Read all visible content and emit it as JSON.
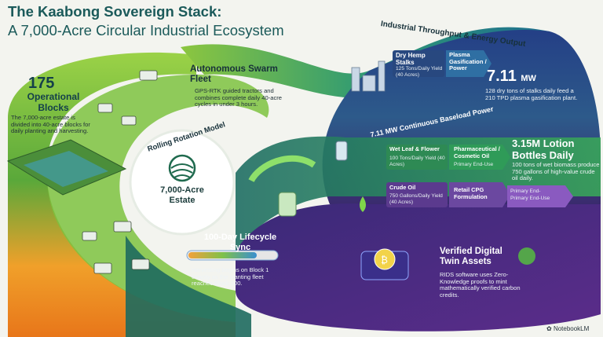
{
  "title": "The Kaabong Sovereign Stack:",
  "subtitle": "A 7,000-Acre Circular Industrial Ecosystem",
  "blocks": {
    "count": "175",
    "label": "Operational Blocks",
    "desc": "The 7,000-acre estate is divided into 40-acre blocks for daily planting and harvesting."
  },
  "swarm": {
    "title": "Autonomous Swarm Fleet",
    "desc": "GPS-RTK guided tractors and combines complete daily 40-acre cycles in under 3 hours."
  },
  "rotation": {
    "arc_label": "Rolling Rotation Model",
    "center": "7,000-Acre Estate"
  },
  "lifecycle": {
    "title": "100-Day Lifecycle Sync",
    "desc": "Harvesting begins on Block 1 exactly as the planting fleet reaches Block 100.",
    "progress": 0.78
  },
  "throughput": {
    "arc_label": "Industrial Throughput & Energy Output",
    "input1_title": "Dry Hemp Stalks",
    "input1_sub": "125 Tons/Daily Yield (40 Acres)",
    "output1_title": "Plasma Gasification / Power",
    "power_value": "7.11",
    "power_unit": "MW",
    "power_desc": "128 dry tons of stalks daily feed a 210 TPD plasma gasification plant.",
    "baseload_label": "7.11 MW Continuous Baseload Power"
  },
  "leaf": {
    "input_title": "Wet Leaf & Flower",
    "input_sub": "100 Tons/Daily Yield (40 Acres)",
    "output_title": "Pharmaceutical / Cosmetic Oil",
    "output_sub": "Primary End-Use",
    "stat_title": "3.15M Lotion Bottles Daily",
    "stat_desc": "100 tons of wet biomass produce 750 gallons of high-value crude oil daily."
  },
  "crude": {
    "input_title": "Crude Oil",
    "input_sub": "750 Gallons/Daily Yield (40 Acres)",
    "output_title": "Retail CPG Formulation",
    "end_use_1": "Primary End-",
    "end_use_2": "Primary End-Use"
  },
  "twin": {
    "title": "Verified Digital Twin Assets",
    "desc": "RIDS software uses Zero-Knowledge proofs to mint mathematically verified carbon credits."
  },
  "watermark": "NotebookLM",
  "colors": {
    "teal": "#1b5a5a",
    "green": "#6abf3a",
    "orange": "#f08c1e",
    "navy": "#1d3366",
    "purple": "#4a2a78"
  }
}
